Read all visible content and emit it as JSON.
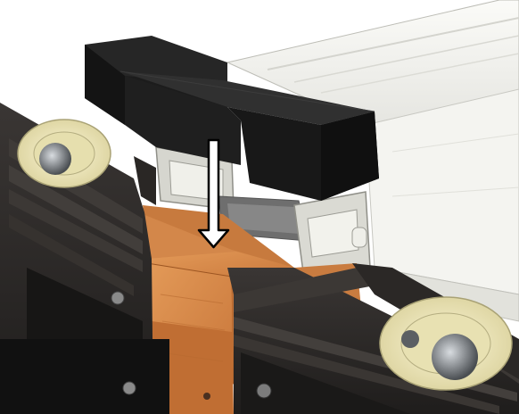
{
  "figure": {
    "components": {
      "black_clamp": "black-clamp-block",
      "white_profile": "aluminium-extrusion",
      "wood_block": "wooden-spacer-block",
      "left_rail": "dark-rubber-rail-left",
      "right_rail": "dark-rubber-rail-right",
      "left_roller": "roller-wheel-left",
      "right_roller": "roller-wheel-right",
      "arrow": "down-arrow-icon"
    },
    "colors": {
      "black_block": "#1a1a1a",
      "profile_light": "#f2f2ee",
      "profile_shadow": "#bdbdb6",
      "wood": "#d98a4a",
      "wood_dark": "#b8662a",
      "rail": "#2e2b29",
      "rail_dark": "#1d1b1a",
      "roller": "#efe8b8",
      "arrow_fill": "#ffffff",
      "arrow_stroke": "#000000"
    }
  }
}
